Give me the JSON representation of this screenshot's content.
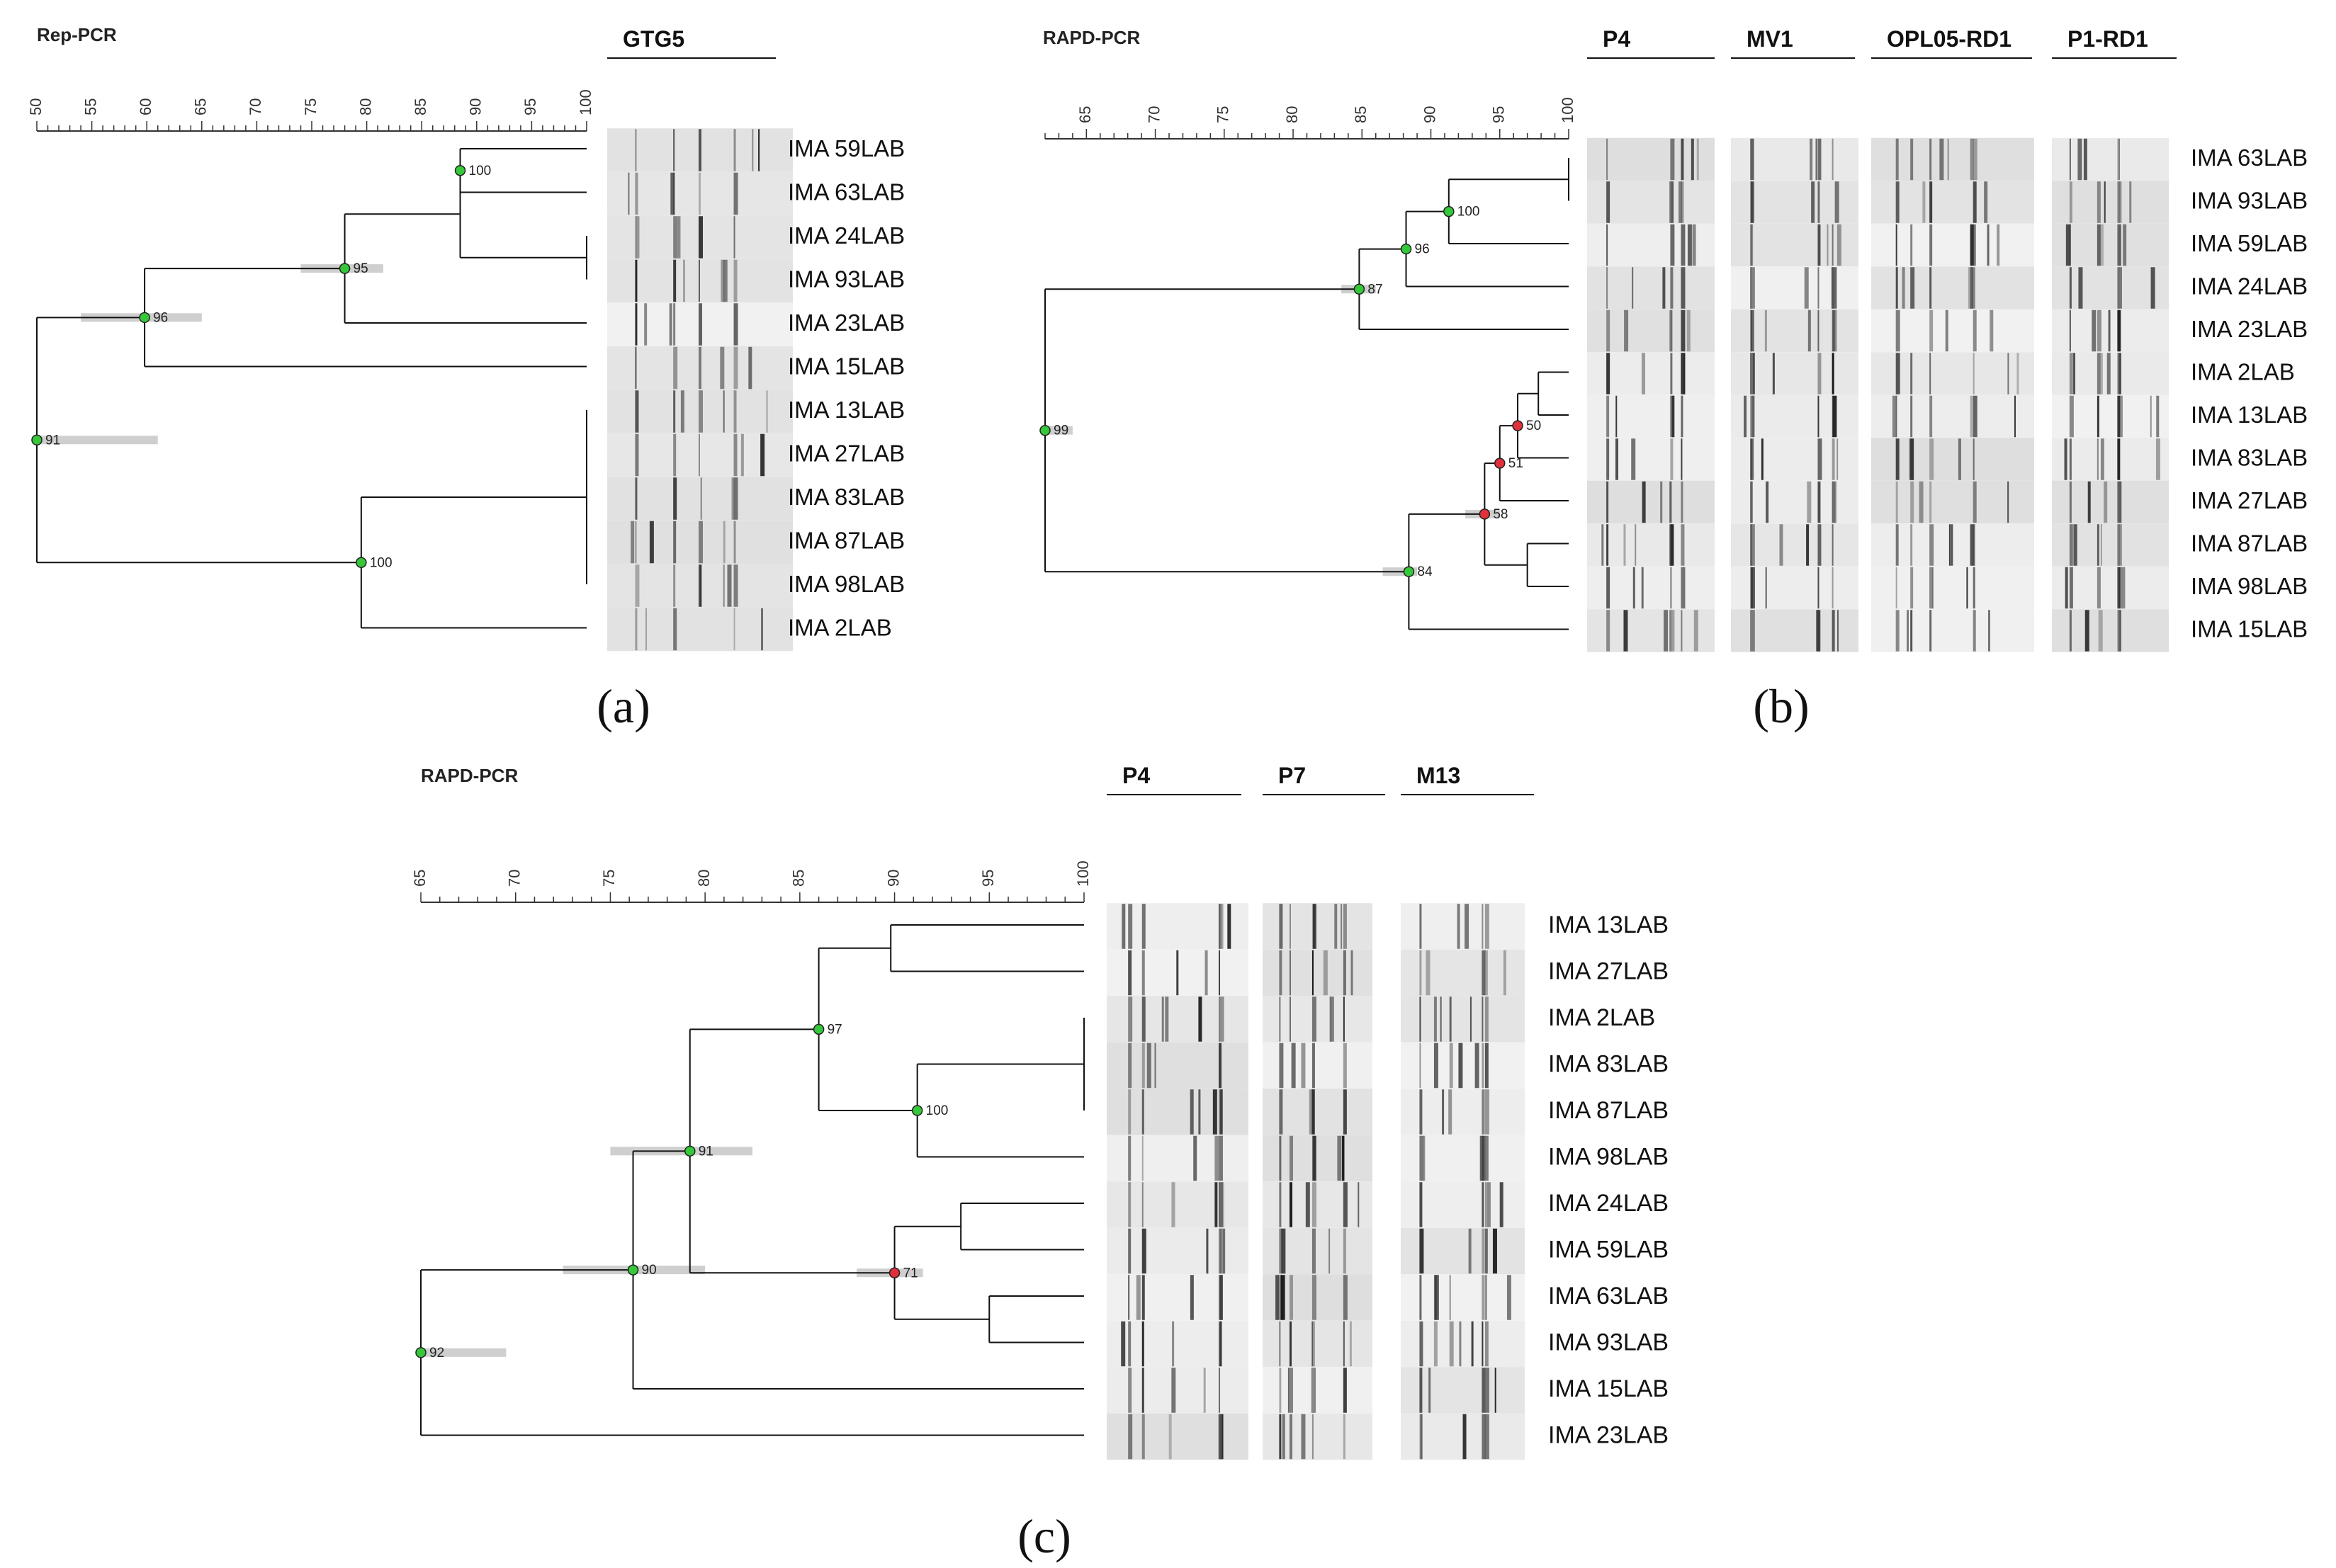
{
  "panels": [
    {
      "method_title": "Rep-PCR",
      "panel_label": "(a)",
      "axis": {
        "min": 50,
        "max": 100,
        "ticks": [
          50,
          55,
          60,
          65,
          70,
          75,
          80,
          85,
          90,
          95,
          100
        ]
      },
      "primers": [
        "GTG5"
      ],
      "strains": [
        "IMA 59LAB",
        "IMA 63LAB",
        "IMA 24LAB",
        "IMA 93LAB",
        "IMA 23LAB",
        "IMA 15LAB",
        "IMA 13LAB",
        "IMA 27LAB",
        "IMA 83LAB",
        "IMA 87LAB",
        "IMA 98LAB",
        "IMA 2LAB"
      ],
      "nodes": [
        {
          "id": "n1",
          "sim": 88.5,
          "children": [
            "L0",
            "L1"
          ],
          "support": "100",
          "status": "green"
        },
        {
          "id": "n2",
          "sim": 100,
          "children": [
            "L2",
            "L3"
          ]
        },
        {
          "id": "n3",
          "sim": 88.5,
          "children": [
            "n1",
            "n2"
          ]
        },
        {
          "id": "n4",
          "sim": 78,
          "children": [
            "n3",
            "L4"
          ],
          "support": "95",
          "status": "green",
          "err": [
            74,
            81.5
          ]
        },
        {
          "id": "n5",
          "sim": 59.8,
          "children": [
            "n4",
            "L5"
          ],
          "support": "96",
          "status": "green",
          "err": [
            54,
            65
          ]
        },
        {
          "id": "n6",
          "sim": 100,
          "children": [
            "L6",
            "L7",
            "L8",
            "L9",
            "L10"
          ]
        },
        {
          "id": "n7",
          "sim": 79.5,
          "children": [
            "n6",
            "L11"
          ],
          "support": "100",
          "status": "green"
        },
        {
          "id": "n8",
          "sim": 50,
          "children": [
            "n5",
            "n7"
          ],
          "support": "91",
          "status": "green",
          "err": [
            50,
            61
          ]
        }
      ]
    },
    {
      "method_title": "RAPD-PCR",
      "panel_label": "(b)",
      "axis": {
        "min": 62,
        "max": 100,
        "ticks": [
          65,
          70,
          75,
          80,
          85,
          90,
          95,
          100
        ]
      },
      "primers": [
        "P4",
        "MV1",
        "OPL05-RD1",
        "P1-RD1"
      ],
      "strains": [
        "IMA 63LAB",
        "IMA 93LAB",
        "IMA 59LAB",
        "IMA 24LAB",
        "IMA 23LAB",
        "IMA 2LAB",
        "IMA 13LAB",
        "IMA 83LAB",
        "IMA 27LAB",
        "IMA 87LAB",
        "IMA 98LAB",
        "IMA 15LAB"
      ],
      "nodes": [
        {
          "id": "m1",
          "sim": 100,
          "children": [
            "L0",
            "L1"
          ]
        },
        {
          "id": "m2",
          "sim": 91.3,
          "children": [
            "m1",
            "L2"
          ],
          "support": "100",
          "status": "green"
        },
        {
          "id": "m3",
          "sim": 88.2,
          "children": [
            "m2",
            "L3"
          ],
          "support": "96",
          "status": "green"
        },
        {
          "id": "m4",
          "sim": 84.8,
          "children": [
            "m3",
            "L4"
          ],
          "support": "87",
          "status": "green",
          "err": [
            83.5,
            86
          ]
        },
        {
          "id": "m5",
          "sim": 97.8,
          "children": [
            "L5",
            "L6"
          ]
        },
        {
          "id": "m6",
          "sim": 96.3,
          "children": [
            "m5",
            "L7"
          ],
          "support": "50",
          "status": "red"
        },
        {
          "id": "m7",
          "sim": 95,
          "children": [
            "m6",
            "L8"
          ],
          "support": "51",
          "status": "red"
        },
        {
          "id": "m8",
          "sim": 97,
          "children": [
            "L9",
            "L10"
          ]
        },
        {
          "id": "m9",
          "sim": 93.9,
          "children": [
            "m7",
            "m8"
          ],
          "support": "58",
          "status": "red",
          "err": [
            92.5,
            95
          ]
        },
        {
          "id": "m10",
          "sim": 88.4,
          "children": [
            "m9",
            "L11"
          ],
          "support": "84",
          "status": "green",
          "err": [
            86.5,
            89
          ]
        },
        {
          "id": "m11",
          "sim": 62,
          "children": [
            "m4",
            "m10"
          ],
          "support": "99",
          "status": "green",
          "err": [
            62,
            64
          ]
        }
      ]
    },
    {
      "method_title": "RAPD-PCR",
      "panel_label": "(c)",
      "axis": {
        "min": 65,
        "max": 100,
        "ticks": [
          65,
          70,
          75,
          80,
          85,
          90,
          95,
          100
        ]
      },
      "primers": [
        "P4",
        "P7",
        "M13"
      ],
      "strains": [
        "IMA 13LAB",
        "IMA 27LAB",
        "IMA 2LAB",
        "IMA 83LAB",
        "IMA 87LAB",
        "IMA 98LAB",
        "IMA 24LAB",
        "IMA 59LAB",
        "IMA 63LAB",
        "IMA 93LAB",
        "IMA 15LAB",
        "IMA 23LAB"
      ],
      "nodes": [
        {
          "id": "k1",
          "sim": 89.8,
          "children": [
            "L0",
            "L1"
          ]
        },
        {
          "id": "k2",
          "sim": 100,
          "children": [
            "L2",
            "L3",
            "L4"
          ]
        },
        {
          "id": "k3",
          "sim": 91.2,
          "children": [
            "k2",
            "L5"
          ],
          "support": "100",
          "status": "green"
        },
        {
          "id": "k4",
          "sim": 86,
          "children": [
            "k1",
            "k3"
          ],
          "support": "97",
          "status": "green"
        },
        {
          "id": "k5",
          "sim": 93.5,
          "children": [
            "L6",
            "L7"
          ]
        },
        {
          "id": "k6",
          "sim": 95,
          "children": [
            "L8",
            "L9"
          ]
        },
        {
          "id": "k7",
          "sim": 90,
          "children": [
            "k5",
            "k6"
          ],
          "support": "71",
          "status": "red",
          "err": [
            88,
            91.5
          ]
        },
        {
          "id": "k8",
          "sim": 79.2,
          "children": [
            "k4",
            "k7"
          ],
          "support": "91",
          "status": "green",
          "err": [
            75,
            82.5
          ]
        },
        {
          "id": "k9",
          "sim": 76.2,
          "children": [
            "k8",
            "L10"
          ],
          "support": "90",
          "status": "green",
          "err": [
            72.5,
            80
          ]
        },
        {
          "id": "k10",
          "sim": 65,
          "children": [
            "k9",
            "L11"
          ],
          "support": "92",
          "status": "green",
          "err": [
            65,
            69.5
          ]
        }
      ]
    }
  ],
  "colors": {
    "node_green": "#35c83a",
    "node_red": "#e0303a",
    "line": "#111111",
    "error_bar": "#cfcfcf",
    "gel_background": "#ececec",
    "gel_band": "#222222"
  }
}
